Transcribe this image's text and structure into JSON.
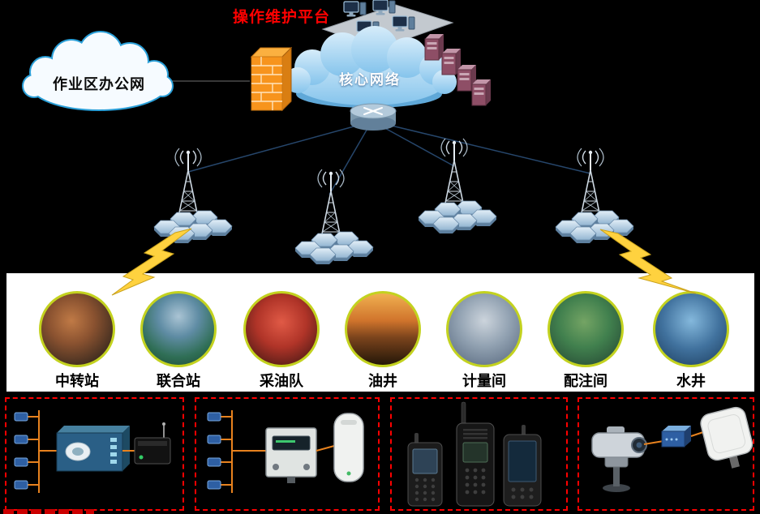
{
  "title": "操作维护平台",
  "network": {
    "office_cloud_label": "作业区办公网",
    "core_cloud_label": "核心网络"
  },
  "sites": {
    "labels": [
      "中转站",
      "联合站",
      "采油队",
      "油井",
      "计量间",
      "配注间",
      "水井"
    ]
  },
  "colors": {
    "background": "#000000",
    "title_red": "#ff0000",
    "core_cloud_blue": "#8cc8ee",
    "office_cloud_border_blue": "#2a9fd8",
    "firewall_orange": "#f7941d",
    "lightning_yellow": "#ffd23f",
    "site_ring_green": "#c3d21f",
    "dashed_box_red": "#ff0000",
    "cable_orange": "#e8821e",
    "device_blue": "#2e5fa3",
    "link_line_blue": "#26466b"
  },
  "icons": {
    "workstation-icon": "monitor with tower PC",
    "server-stack-icon": "3D server towers",
    "firewall-icon": "orange brick wall",
    "router-icon": "cylinder with crossed arrows",
    "base-station-icon": "lattice tower with antenna waves",
    "cell-coverage-icon": "3D hexagon cluster",
    "lightning-bolt-icon": "yellow zigzag wireless link",
    "io-tag-icon": "blue terminal block",
    "flow-computer-icon": "blue 3D controller with dial",
    "radio-modem-icon": "black box with antenna",
    "meter-box-icon": "white metering instrument",
    "cpe-antenna-icon": "white rounded outdoor unit",
    "handheld-terminal-icon": "rugged handheld with keypad",
    "two-way-radio-icon": "portable radio with antenna",
    "smartphone-icon": "handheld phone with antenna",
    "ptz-camera-icon": "pan-tilt surveillance camera",
    "wireless-bridge-icon": "white flat panel antenna"
  }
}
